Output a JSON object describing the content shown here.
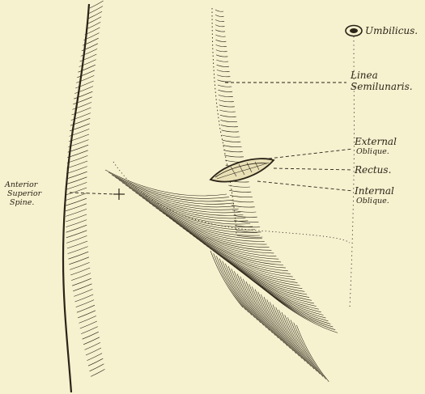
{
  "figure": {
    "labels": {
      "umbilicus": "Umbilicus.",
      "linea_line1": "Linea",
      "linea_line2": "Semilunaris.",
      "external_line1": "External",
      "external_line2": "Oblique.",
      "rectus": "Rectus.",
      "internal_line1": "Internal",
      "internal_line2": "Oblique.",
      "anterior_line1": "Anterior",
      "anterior_line2": "Superior",
      "anterior_line3": "Spine."
    },
    "colors": {
      "paper": "#f6f1cf",
      "ink": "#2b2418"
    }
  }
}
